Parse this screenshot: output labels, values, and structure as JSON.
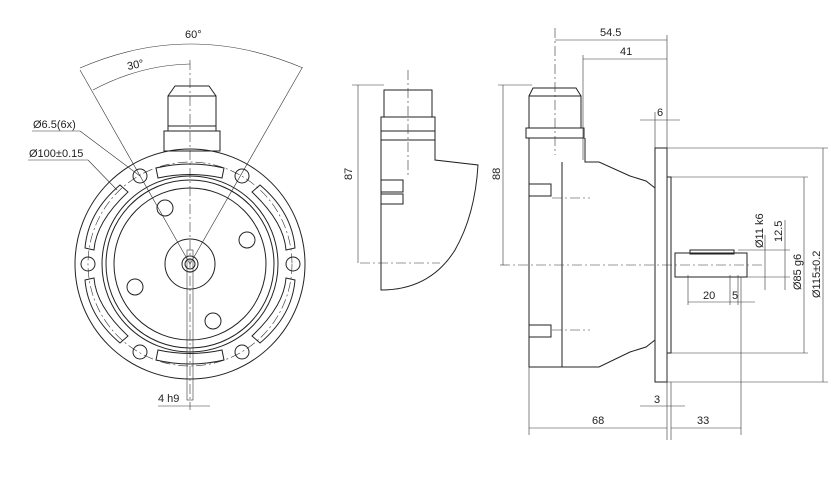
{
  "front_view": {
    "angle_60": "60°",
    "angle_30": "30°",
    "hole_label": "Ø6.5(6x)",
    "bolt_circle_label": "Ø100±0.15",
    "key_width_label": "4 h9"
  },
  "side_view": {
    "height_87": "87"
  },
  "profile_view": {
    "dim_54_5": "54.5",
    "dim_41": "41",
    "dim_88": "88",
    "dim_6": "6",
    "dim_shaft_dia": "Ø11 k6",
    "dim_12_5": "12.5",
    "dim_pilot": "Ø85 g6",
    "dim_flange": "Ø115±0.2",
    "dim_20": "20",
    "dim_5": "5",
    "dim_3": "3",
    "dim_68": "68",
    "dim_33": "33"
  }
}
